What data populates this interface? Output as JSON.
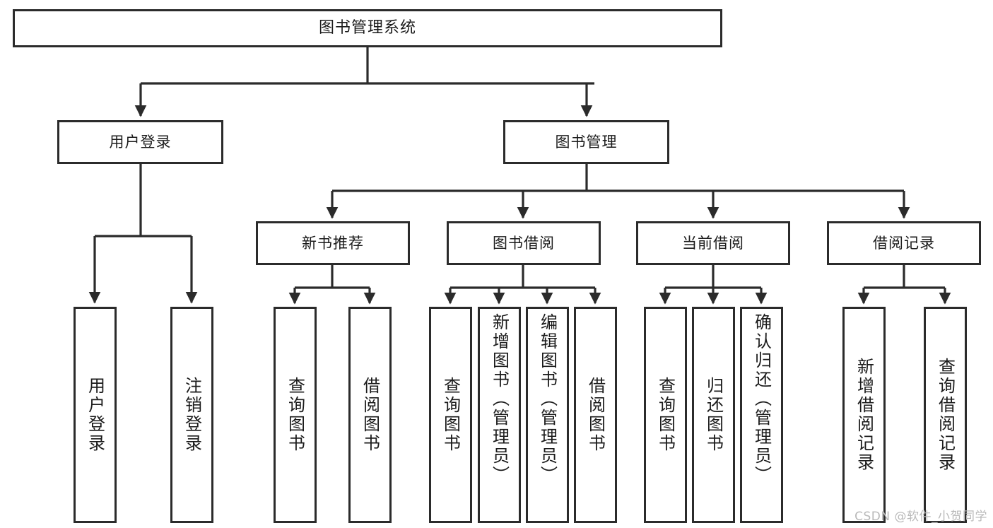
{
  "diagram": {
    "title": "图书管理系统",
    "type": "tree",
    "levels": [
      {
        "level": 1,
        "nodes": [
          {
            "id": "root",
            "label": "图书管理系统",
            "orientation": "horizontal"
          }
        ]
      },
      {
        "level": 2,
        "nodes": [
          {
            "id": "user-login",
            "label": "用户登录",
            "orientation": "horizontal",
            "parent": "root"
          },
          {
            "id": "book-manage",
            "label": "图书管理",
            "orientation": "horizontal",
            "parent": "root"
          }
        ]
      },
      {
        "level": 3,
        "nodes": [
          {
            "id": "new-book-recommend",
            "label": "新书推荐",
            "orientation": "horizontal",
            "parent": "book-manage"
          },
          {
            "id": "book-borrow",
            "label": "图书借阅",
            "orientation": "horizontal",
            "parent": "book-manage"
          },
          {
            "id": "current-borrow",
            "label": "当前借阅",
            "orientation": "horizontal",
            "parent": "book-manage"
          },
          {
            "id": "borrow-record",
            "label": "借阅记录",
            "orientation": "horizontal",
            "parent": "book-manage"
          }
        ]
      },
      {
        "level": 4,
        "nodes": [
          {
            "id": "leaf-user-login",
            "label": "用户登录",
            "orientation": "vertical",
            "parent": "user-login"
          },
          {
            "id": "leaf-user-logout",
            "label": "注销登录",
            "orientation": "vertical",
            "parent": "user-login"
          },
          {
            "id": "leaf-query-book-1",
            "label": "查询图书",
            "orientation": "vertical",
            "parent": "new-book-recommend"
          },
          {
            "id": "leaf-borrow-book-1",
            "label": "借阅图书",
            "orientation": "vertical",
            "parent": "new-book-recommend"
          },
          {
            "id": "leaf-query-book-2",
            "label": "查询图书",
            "orientation": "vertical",
            "parent": "book-borrow"
          },
          {
            "id": "leaf-add-book",
            "label": "新增图书（管理员）",
            "orientation": "vertical",
            "parent": "book-borrow"
          },
          {
            "id": "leaf-edit-book",
            "label": "编辑图书（管理员）",
            "orientation": "vertical",
            "parent": "book-borrow"
          },
          {
            "id": "leaf-borrow-book-2",
            "label": "借阅图书",
            "orientation": "vertical",
            "parent": "book-borrow"
          },
          {
            "id": "leaf-query-book-3",
            "label": "查询图书",
            "orientation": "vertical",
            "parent": "current-borrow"
          },
          {
            "id": "leaf-return-book",
            "label": "归还图书",
            "orientation": "vertical",
            "parent": "current-borrow"
          },
          {
            "id": "leaf-confirm-return",
            "label": "确认归还（管理员）",
            "orientation": "vertical",
            "parent": "current-borrow"
          },
          {
            "id": "leaf-add-record",
            "label": "新增借阅记录",
            "orientation": "vertical",
            "parent": "borrow-record"
          },
          {
            "id": "leaf-query-record",
            "label": "查询借阅记录",
            "orientation": "vertical",
            "parent": "borrow-record"
          }
        ]
      }
    ],
    "colors": {
      "box_border": "#2b2b2b",
      "box_fill": "#ffffff",
      "connector": "#2b2b2b",
      "text": "#1b1b1b",
      "watermark": "#b9b9b9"
    }
  },
  "watermark": {
    "text": "CSDN @软件_小贺同学"
  }
}
